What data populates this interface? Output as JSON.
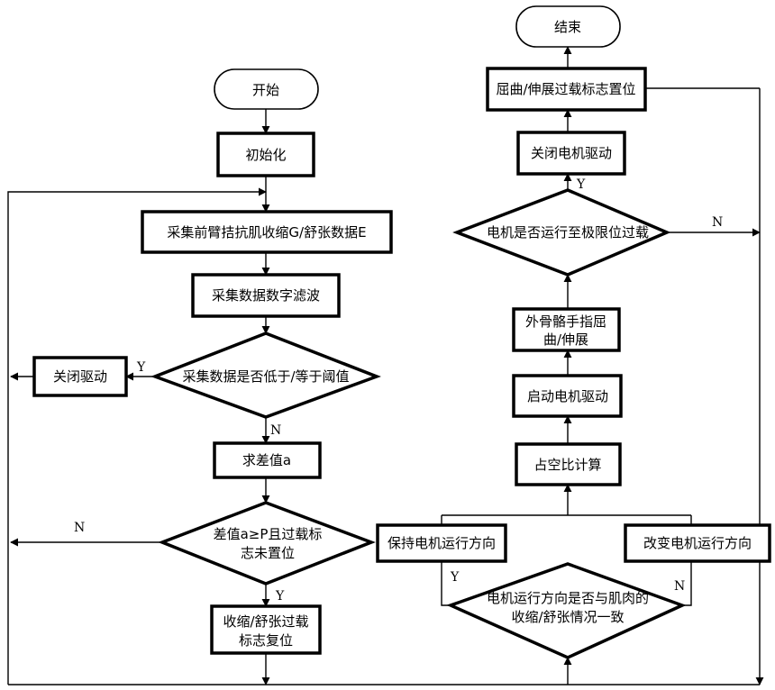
{
  "nodes": {
    "start": "开始",
    "init": "初始化",
    "collect": "采集前臂拮抗肌收缩G/舒张数据E",
    "filter": "采集数据数字滤波",
    "threshold": "采集数据是否低于/等于阈值",
    "close_drive": "关闭驱动",
    "diff": "求差值a",
    "diff_check_1": "差值a≥P且过载标",
    "diff_check_2": "志未置位",
    "reset_flag_1": "收缩/舒张过载",
    "reset_flag_2": "标志复位",
    "direction_check_1": "电机运行方向是否与肌肉的",
    "direction_check_2": "收缩/舒张情况一致",
    "keep_direction": "保持电机运行方向",
    "change_direction": "改变电机运行方向",
    "duty_cycle": "占空比计算",
    "start_motor": "启动电机驱动",
    "exo_1": "外骨骼手指屈",
    "exo_2": "曲/伸展",
    "limit_check": "电机是否运行至极限位过载",
    "close_motor": "关闭电机驱动",
    "set_flag": "屈曲/伸展过载标志置位",
    "end": "结束"
  },
  "labels": {
    "yes": "Y",
    "no": "N"
  }
}
